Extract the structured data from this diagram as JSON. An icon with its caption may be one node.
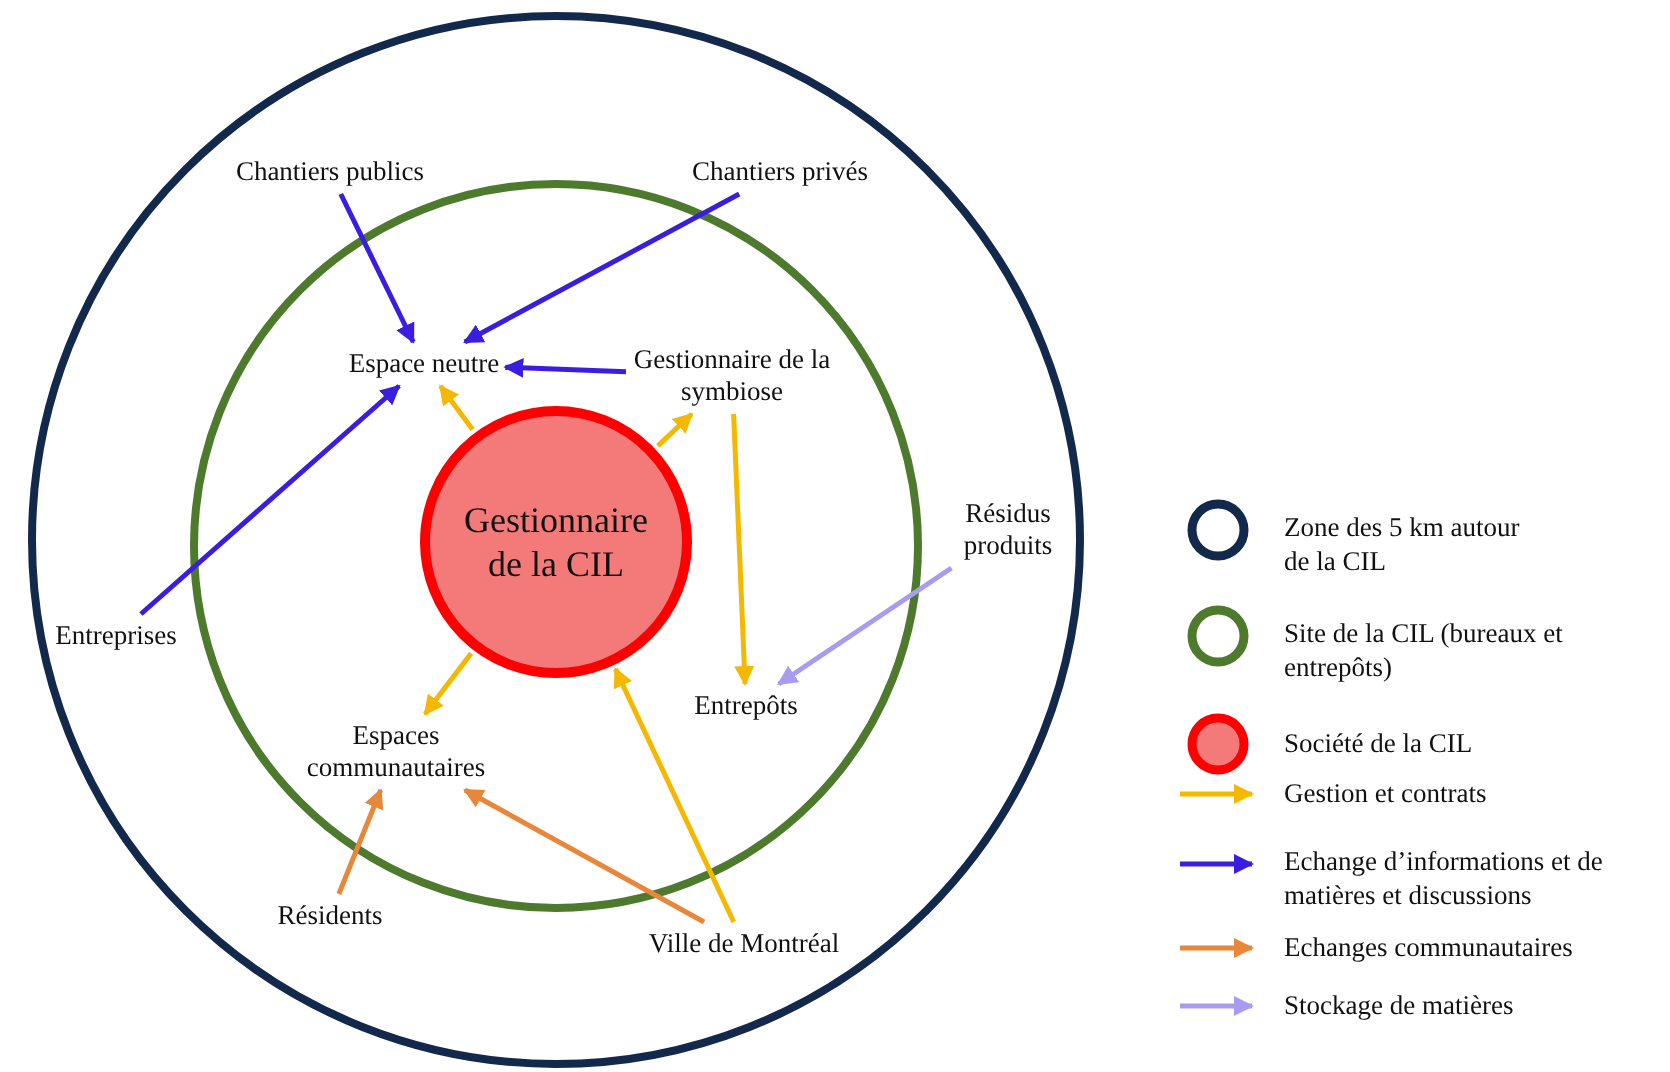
{
  "diagram": {
    "nodes": [
      {
        "text": [],
        "shape": "circle"
      },
      {
        "text": [],
        "shape": "circle",
        "in": 0
      },
      {
        "text": [
          "Gestionnaire de la CIL"
        ],
        "in": 1
      },
      {
        "text": [
          "Chantiers publics"
        ],
        "in": 0
      },
      {
        "text": [
          "Chantiers privés"
        ],
        "in": 0
      },
      {
        "text": [
          "Espace neutre"
        ],
        "in": 1
      },
      {
        "text": [
          "Gestionnaire de la symbiose"
        ],
        "in": 1
      },
      {
        "text": [
          "Résidus produits"
        ],
        "in": 0
      },
      {
        "text": [
          "Entreprises"
        ],
        "in": 0
      },
      {
        "text": [
          "Entrepôts"
        ],
        "in": 1
      },
      {
        "text": [
          "Espaces communautaires"
        ],
        "in": 1
      },
      {
        "text": [
          "Résidents"
        ],
        "in": 0
      },
      {
        "text": [
          "Ville de Montréal"
        ],
        "in": 0
      }
    ],
    "edges": [
      {
        "from": 3,
        "to": 5,
        "arrow": "to",
        "color": "#3a1ee0"
      },
      {
        "from": 4,
        "to": 5,
        "arrow": "to",
        "color": "#3a1ee0"
      },
      {
        "from": 6,
        "to": 5,
        "arrow": "to",
        "color": "#3a1ee0"
      },
      {
        "from": 8,
        "to": 5,
        "arrow": "to",
        "color": "#3a1ee0"
      },
      {
        "from": 2,
        "to": 5,
        "arrow": "to",
        "color": "#f5b800"
      },
      {
        "from": 2,
        "to": 6,
        "arrow": "to",
        "color": "#f5b800"
      },
      {
        "from": 6,
        "to": 9,
        "arrow": "to",
        "color": "#f5b800"
      },
      {
        "from": 2,
        "to": 10,
        "arrow": "to",
        "color": "#f5b800"
      },
      {
        "from": 12,
        "to": 2,
        "arrow": "to",
        "color": "#f5b800"
      },
      {
        "from": 11,
        "to": 10,
        "arrow": "to",
        "color": "#e8863a"
      },
      {
        "from": 12,
        "to": 10,
        "arrow": "to",
        "color": "#e8863a"
      },
      {
        "from": 7,
        "to": 9,
        "arrow": "to",
        "color": "#a99cf0"
      }
    ],
    "legend": [
      {
        "text": "Zone des 5 km autour de la CIL"
      },
      {
        "text": "Site de la CIL (bureaux et entrepôts)"
      },
      {
        "text": "Société de la CIL"
      },
      {
        "text": "Gestion et contrats"
      },
      {
        "text": "Echange d’informations et de matières et discussions"
      },
      {
        "text": "Echanges communautaires"
      },
      {
        "text": "Stockage de matières"
      }
    ]
  }
}
